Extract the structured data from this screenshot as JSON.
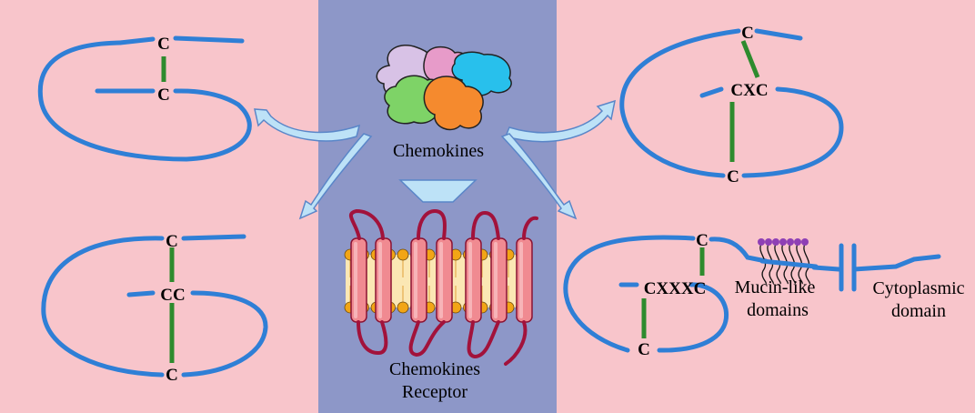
{
  "colors": {
    "left_panel": "#F8C5CB",
    "center_panel": "#8D97C8",
    "right_panel": "#F8C5CB",
    "chain": "#2F7FD6",
    "disulfide": "#2E8B2E",
    "arrow_fill": "#BDE2F7",
    "arrow_stroke": "#5A86C8",
    "mucin": "#8E3FB5",
    "helix": "#F08A91",
    "receptor_loop": "#A2123B",
    "membrane_head": "#F2A516"
  },
  "icons": {
    "chemokine_cluster": "chemokine-cluster-icon",
    "receptor": "chemokine-receptor-icon"
  },
  "labels": {
    "chemokines": "Chemokines",
    "receptor_line1": "Chemokines",
    "receptor_line2": "Receptor",
    "mucin_line1": "Mucin-like",
    "mucin_line2": "domains",
    "cyto_line1": "Cytoplasmic",
    "cyto_line2": "domain"
  },
  "motifs": {
    "c_top_left": {
      "top": "C",
      "bottom": "C"
    },
    "cc_bottom_left": {
      "top": "C",
      "middle": "CC",
      "bottom": "C"
    },
    "cxc_top_right": {
      "top": "C",
      "middle": "CXC",
      "bottom": "C"
    },
    "cx3c_bottom_right": {
      "top": "C",
      "middle": "CXXXC",
      "bottom": "C"
    }
  }
}
